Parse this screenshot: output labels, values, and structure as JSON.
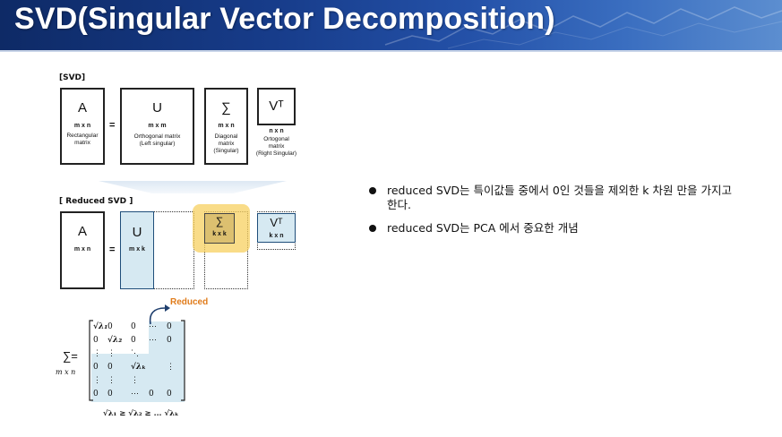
{
  "header": {
    "title": "SVD(Singular Vector Decomposition)"
  },
  "svd": {
    "section_label": "[SVD]",
    "equals": "=",
    "A": {
      "symbol": "A",
      "dim": "m x n",
      "desc": [
        "Rectangular",
        "matrix"
      ]
    },
    "U": {
      "symbol": "U",
      "dim": "m x m",
      "desc": [
        "Orthogonal matrix",
        "(Left singular)"
      ]
    },
    "S": {
      "symbol": "∑",
      "dim": "m x n",
      "desc": [
        "Diagonal",
        "matrix",
        "(Singular)"
      ]
    },
    "V": {
      "symbol": "Vᵀ",
      "dim": "n x n",
      "desc": [
        "Ortogonal",
        "matrix",
        "(Right Singular)"
      ]
    }
  },
  "reduced": {
    "section_label": "[ Reduced SVD ]",
    "equals": "=",
    "A": {
      "symbol": "A",
      "dim": "m x n"
    },
    "U": {
      "symbol": "U",
      "dim": "m x k"
    },
    "S": {
      "symbol": "∑",
      "dim": "k x k"
    },
    "V": {
      "symbol": "Vᵀ",
      "dim": "k x n"
    },
    "annotation": "Reduced"
  },
  "sigma_matrix": {
    "label": "∑=",
    "sublabel": "m x n",
    "inequality": "√λ₁ ≥ √λ₂ ≥ ... √λₖ",
    "rows": [
      [
        "√λ₁",
        "0",
        "0",
        "⋯",
        "0"
      ],
      [
        "0",
        "√λ₂",
        "0",
        "⋯",
        "0"
      ],
      [
        "⋮",
        "⋮",
        "⋱",
        "",
        ""
      ],
      [
        "0",
        "0",
        "√λₖ",
        "",
        "⋮"
      ],
      [
        "⋮",
        "⋮",
        "⋮",
        "",
        ""
      ],
      [
        "0",
        "0",
        "⋯",
        "0",
        "0"
      ]
    ]
  },
  "bullets": [
    "reduced SVD는 특이값들 중에서 0인 것들을 제외한 k 차원 만을 가지고 한다.",
    "reduced SVD는 PCA 에서 중요한 개념"
  ],
  "colors": {
    "accent_fill": "#d6e9f2",
    "highlight": "#f7d060",
    "annotation": "#e07b1a"
  }
}
